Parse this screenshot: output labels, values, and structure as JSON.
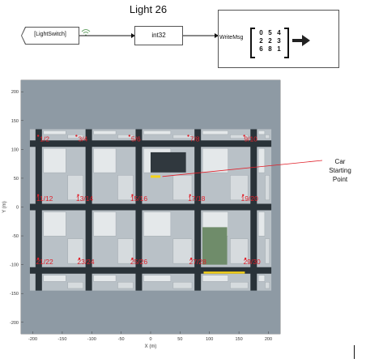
{
  "title": "Light 26",
  "blocks": {
    "goto_label": "[LightSwitch]",
    "convert_label": "int32",
    "subsystem_label": "WriteMsg",
    "matrix": [
      "0",
      "5",
      "4",
      "2",
      "2",
      "3",
      "6",
      "8",
      "1"
    ]
  },
  "annotation": {
    "lines": [
      "Car",
      "Starting",
      "Point"
    ]
  },
  "map": {
    "x_ticks": [
      "-200",
      "-150",
      "-100",
      "-50",
      "0",
      "50",
      "100",
      "150",
      "200"
    ],
    "y_ticks": [
      "200",
      "150",
      "100",
      "50",
      "0",
      "-50",
      "-100",
      "-150",
      "-200"
    ],
    "xlabel": "X (m)",
    "ylabel": "Y (m)",
    "light_labels": [
      "1/2",
      "3/4",
      "5/6",
      "7/8",
      "9/10",
      "11/12",
      "13/14",
      "15/16",
      "17/18",
      "19/20",
      "21/22",
      "23/24",
      "25/26",
      "27/28",
      "29/30"
    ],
    "colors": {
      "label": "#e0202a",
      "road": "#2a3339",
      "background": "#8e9aa4",
      "car": "#f5d21a"
    }
  }
}
